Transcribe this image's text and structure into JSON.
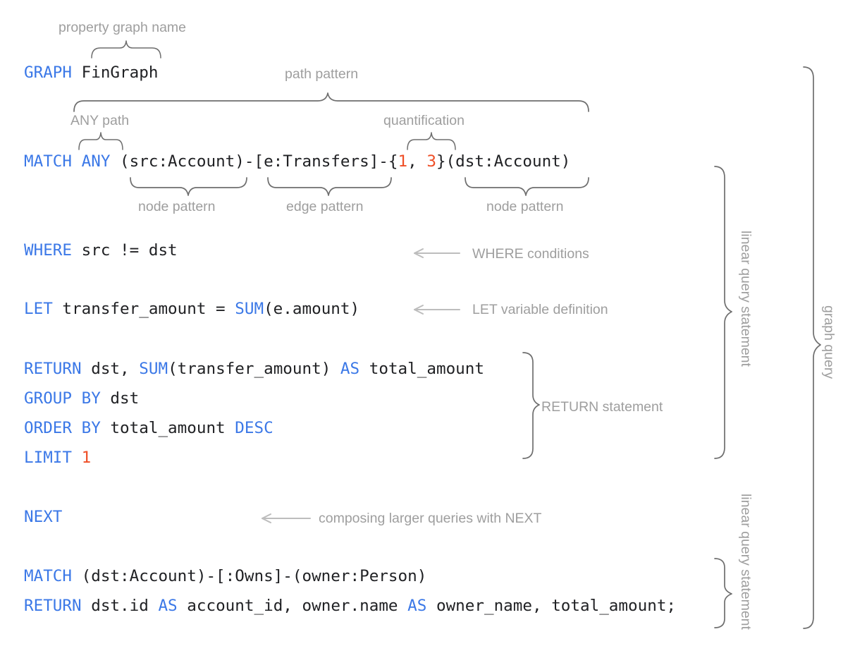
{
  "code": {
    "lines": [
      {
        "id": "graph-line",
        "tokens": [
          {
            "t": "GRAPH",
            "c": "kw"
          },
          {
            "t": " FinGraph",
            "c": "pl"
          }
        ]
      },
      {
        "id": "match-line",
        "tokens": [
          {
            "t": "MATCH",
            "c": "kw"
          },
          {
            "t": " ",
            "c": "pl"
          },
          {
            "t": "ANY",
            "c": "kw"
          },
          {
            "t": " (src:Account)-[e:Transfers]-{",
            "c": "pl"
          },
          {
            "t": "1",
            "c": "num"
          },
          {
            "t": ", ",
            "c": "pl"
          },
          {
            "t": "3",
            "c": "num"
          },
          {
            "t": "}(dst:Account)",
            "c": "pl"
          }
        ]
      },
      {
        "id": "where-line",
        "tokens": [
          {
            "t": "WHERE",
            "c": "kw"
          },
          {
            "t": " src != dst",
            "c": "pl"
          }
        ]
      },
      {
        "id": "let-line",
        "tokens": [
          {
            "t": "LET",
            "c": "kw"
          },
          {
            "t": " transfer_amount = ",
            "c": "pl"
          },
          {
            "t": "SUM",
            "c": "kw"
          },
          {
            "t": "(e.amount)",
            "c": "pl"
          }
        ]
      },
      {
        "id": "return-line",
        "tokens": [
          {
            "t": "RETURN",
            "c": "kw"
          },
          {
            "t": " dst, ",
            "c": "pl"
          },
          {
            "t": "SUM",
            "c": "kw"
          },
          {
            "t": "(transfer_amount) ",
            "c": "pl"
          },
          {
            "t": "AS",
            "c": "kw"
          },
          {
            "t": " total_amount",
            "c": "pl"
          }
        ]
      },
      {
        "id": "group-line",
        "tokens": [
          {
            "t": "GROUP BY",
            "c": "kw"
          },
          {
            "t": " dst",
            "c": "pl"
          }
        ]
      },
      {
        "id": "order-line",
        "tokens": [
          {
            "t": "ORDER BY",
            "c": "kw"
          },
          {
            "t": " total_amount ",
            "c": "pl"
          },
          {
            "t": "DESC",
            "c": "kw"
          }
        ]
      },
      {
        "id": "limit-line",
        "tokens": [
          {
            "t": "LIMIT",
            "c": "kw"
          },
          {
            "t": " ",
            "c": "pl"
          },
          {
            "t": "1",
            "c": "num"
          }
        ]
      },
      {
        "id": "next-line",
        "tokens": [
          {
            "t": "NEXT",
            "c": "kw"
          }
        ]
      },
      {
        "id": "match2-line",
        "tokens": [
          {
            "t": "MATCH",
            "c": "kw"
          },
          {
            "t": " (dst:Account)-[:Owns]-(owner:Person)",
            "c": "pl"
          }
        ]
      },
      {
        "id": "return2-line",
        "tokens": [
          {
            "t": "RETURN",
            "c": "kw"
          },
          {
            "t": " dst.id ",
            "c": "pl"
          },
          {
            "t": "AS",
            "c": "kw"
          },
          {
            "t": " account_id, owner.name ",
            "c": "pl"
          },
          {
            "t": "AS",
            "c": "kw"
          },
          {
            "t": " owner_name, total_amount;",
            "c": "pl"
          }
        ]
      }
    ]
  },
  "annotations": {
    "property_graph_name": "property graph name",
    "path_pattern": "path pattern",
    "any_path": "ANY path",
    "quantification": "quantification",
    "node_pattern_1": "node pattern",
    "edge_pattern": "edge pattern",
    "node_pattern_2": "node pattern",
    "where_conditions": "WHERE conditions",
    "let_variable_definition": "LET variable definition",
    "return_statement": "RETURN statement",
    "composing_next": "composing larger queries with NEXT",
    "linear_query_statement_1": "linear query statement",
    "linear_query_statement_2": "linear query statement",
    "graph_query": "graph query"
  },
  "colors": {
    "keyword": "#3b78e7",
    "number": "#ef4f27",
    "plain": "#202124",
    "annotation": "#9e9e9e",
    "brace": "#6e6e6e",
    "arrow": "#bdbdbd",
    "background": "#ffffff"
  }
}
